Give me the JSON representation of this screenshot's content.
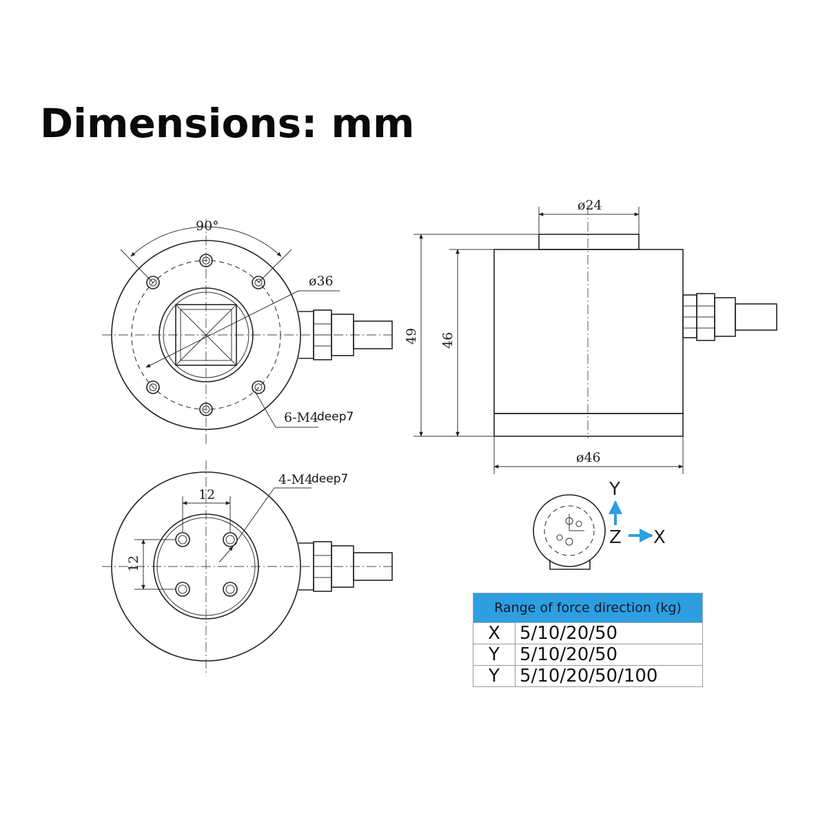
{
  "title": "Dimensions: mm",
  "top_view": {
    "angle_label": "90°",
    "diameter_label": "ø36",
    "thread_label": "6-M4",
    "depth_label": "deep7"
  },
  "bottom_view": {
    "spacing_h_label": "12",
    "spacing_v_label": "12",
    "thread_label": "4-M4",
    "depth_label": "deep7"
  },
  "side_view": {
    "top_diameter_label": "ø24",
    "base_diameter_label": "ø46",
    "total_height_label": "49",
    "body_height_label": "46"
  },
  "axes": {
    "y": "Y",
    "z": "Z",
    "x": "X",
    "arrow_color": "#2e9ee0"
  },
  "table": {
    "header": "Range of force direction (kg)",
    "header_color": "#2e9ee0",
    "rows": [
      {
        "axis": "X",
        "range": "5/10/20/50"
      },
      {
        "axis": "Y",
        "range": "5/10/20/50"
      },
      {
        "axis": "Y",
        "range": "5/10/20/50/100"
      }
    ]
  }
}
